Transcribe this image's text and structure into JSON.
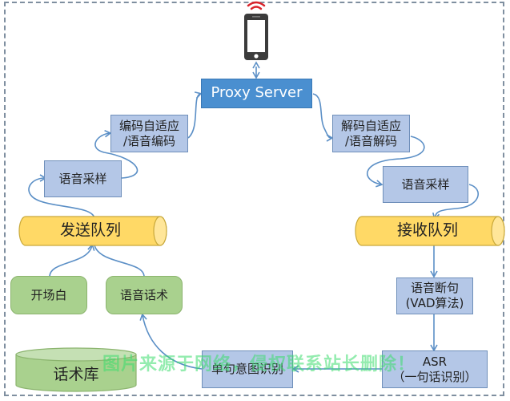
{
  "diagram": {
    "server": {
      "label": "Proxy Server",
      "icon": "smartphone-icon",
      "signal_icon": "wifi-signal-icon"
    },
    "send_path": {
      "encode": {
        "label": "编码自适应\n/语音编码"
      },
      "sample": {
        "label": "语音采样"
      },
      "queue": {
        "label": "发送队列"
      },
      "opening": {
        "label": "开场白"
      },
      "script": {
        "label": "语音话术"
      },
      "library": {
        "label": "话术库"
      }
    },
    "receive_path": {
      "decode": {
        "label": "解码自适应\n/语音解码"
      },
      "sample": {
        "label": "语音采样"
      },
      "queue": {
        "label": "接收队列"
      },
      "vad": {
        "label": "语音断句\n(VAD算法)"
      },
      "asr": {
        "label": "ASR\n（一句话识别）"
      },
      "intent": {
        "label": "单句意图识别"
      }
    }
  },
  "watermark": "图片来源于网络，侵权联系站长删除！",
  "colors": {
    "process_box": "#b4c7e7",
    "server_box": "#4a8fd0",
    "queue": "#ffd966",
    "green_box": "#a9d18e",
    "arrow": "#5b8fc6",
    "signal": "#d9232a"
  }
}
